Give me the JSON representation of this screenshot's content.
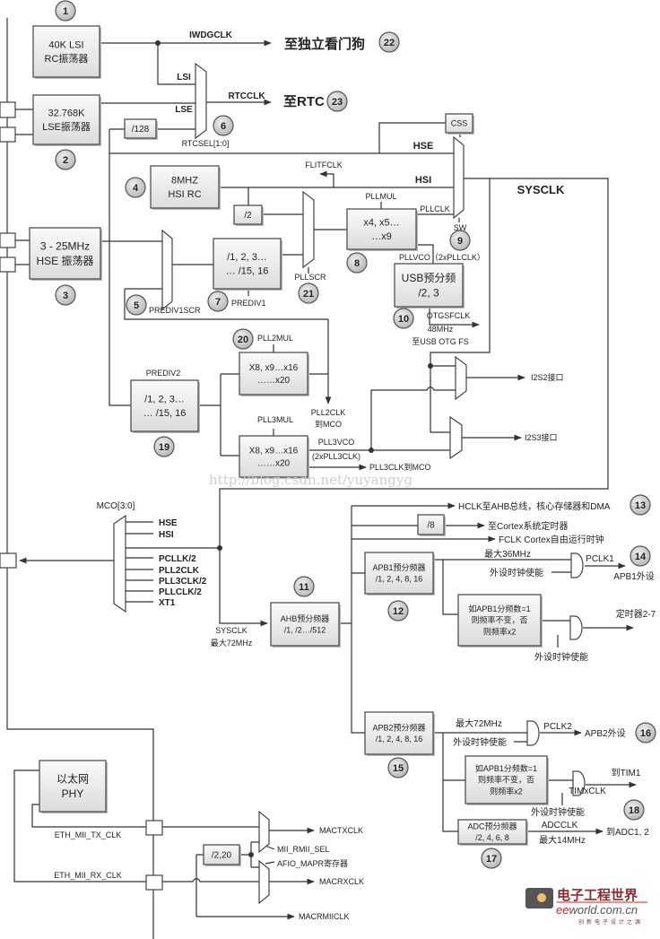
{
  "badges": {
    "b1": "1",
    "b2": "2",
    "b3": "3",
    "b4": "4",
    "b5": "5",
    "b6": "6",
    "b7": "7",
    "b8": "8",
    "b9": "9",
    "b10": "10",
    "b11": "11",
    "b12": "12",
    "b13": "13",
    "b14": "14",
    "b15": "15",
    "b16": "16",
    "b17": "17",
    "b18": "18",
    "b19": "19",
    "b20": "20",
    "b21": "21",
    "b22": "22",
    "b23": "23"
  },
  "blocks": {
    "lsi": [
      "40K LSI",
      "RC振荡器"
    ],
    "lse": [
      "32.768K",
      "LSE振荡器"
    ],
    "hse": [
      "3 - 25MHz",
      "HSE 振荡器"
    ],
    "hsi": [
      "8MHZ",
      "HSI RC"
    ],
    "div128": [
      "/128"
    ],
    "div2": [
      "/2"
    ],
    "prediv1": [
      "/1, 2, 3…",
      "… /15, 16"
    ],
    "prediv2": [
      "/1, 2, 3…",
      "… /15, 16"
    ],
    "pllmul": [
      "x4, x5…",
      "…x9"
    ],
    "usb": [
      "USB预分频",
      "/2, 3"
    ],
    "css": [
      "CSS"
    ],
    "pll2": [
      "X8, x9…x16",
      "……x20"
    ],
    "pll3": [
      "X8, x9…x16",
      "……x20"
    ],
    "ahb": [
      "AHB预分频器",
      "/1, /2…/512"
    ],
    "div8": [
      "/8"
    ],
    "apb1": [
      "APB1预分频器",
      "/1, 2, 4, 8, 16"
    ],
    "apb2": [
      "APB2预分频器",
      "/1, 2, 4, 8, 16"
    ],
    "timer1": [
      "如APB1分频数=1",
      "则频率不变，否",
      "则频率x2"
    ],
    "timer2": [
      "如APB1分频数=1",
      "则频率不变，否",
      "则频率x2"
    ],
    "adc": [
      "ADC预分频器",
      "/2, 4, 6, 8"
    ],
    "phy": [
      "以太网",
      "PHY"
    ],
    "div2_20": [
      "/2,20"
    ]
  },
  "signals": {
    "iwdgclk": "IWDGCLK",
    "to_iwdg": "至独立看门狗",
    "lsi": "LSI",
    "lse": "LSE",
    "rtcclk": "RTCCLK",
    "to_rtc": "至RTC",
    "rtcsel": "RTCSEL[1:0]",
    "hse": "HSE",
    "hsi": "HSI",
    "flitfclk": "FLITFCLK",
    "pllmul": "PLLMUL",
    "pllclk": "PLLCLK",
    "sw": "SW",
    "pllvco": "PLLVCO（2xPLLCLK）",
    "sysclk": "SYSCLK",
    "pllscr": "PLLSCR",
    "prediv1": "PREDIV1",
    "prediv1scr": "PREDIV1SCR",
    "otgsfclk": "OTGSFCLK",
    "usb_48": "48MHz",
    "usb_otg": "至USB OTG FS",
    "prediv2": "PREDIV2",
    "pll2mul": "PLL2MUL",
    "pll3mul": "PLL3MUL",
    "pll2clk": "PLL2CLK",
    "pll2clk_mco": "到MCO",
    "pll3vco": "PLL3VCO",
    "pll3vco_sub": "(2xPLL3CLK)",
    "pll3clk_mco": "PLL3CLK到MCO",
    "i2s2": "I2S2接口",
    "i2s3": "I2S3接口",
    "mco": "MCO[3:0]",
    "mco_hse": "HSE",
    "mco_hsi": "HSI",
    "mco_pcllk2": "PCLLK/2",
    "mco_pll2clk": "PLL2CLK",
    "mco_pll3clk2": "PLL3CLK/2",
    "mco_pllclk2": "PLLCLK/2",
    "mco_xt1": "XT1",
    "sysclk_ahb": "SYSCLK",
    "max72_ahb": "最大72MHz",
    "hclk": "HCLK至AHB总线，核心存储器和DMA",
    "cortex_timer": "至Cortex系统定时器",
    "fclk": "FCLK Cortex自由运行时钟",
    "max36": "最大36MHz",
    "pclk1": "PCLK1",
    "apb1_periph": "APB1外设",
    "en1": "外设时钟使能",
    "timer27": "定时器2-7",
    "en2": "外设时钟使能",
    "max72": "最大72MHz",
    "en3": "外设时钟使能",
    "pclk2": "PCLK2",
    "apb2_periph": "APB2外设",
    "to_tim1": "到TIM1",
    "timxclk": "TIMxCLK",
    "en4": "外设时钟使能",
    "adcclk": "ADCCLK",
    "max14": "最大14MHz",
    "to_adc": "到ADC1, 2",
    "eth_tx": "ETH_MII_TX_CLK",
    "eth_rx": "ETH_MII_RX_CLK",
    "mactx": "MACTXCLK",
    "macrx": "MACRXCLK",
    "macrmii": "MACRMIICLK",
    "mii_rmii_sel": "MII_RMII_SEL",
    "afio": "AFIO_MAPR寄存器"
  },
  "watermark": "http://blog.csdn.net/yuyangyg",
  "logo": {
    "cn": "电子工程世界",
    "en_accent": "ee",
    "en_rest": "world.com.cn",
    "slogan": "创新电子设计之源",
    "accent_color": "#c0282d"
  },
  "colors": {
    "line": "#333333",
    "block_fill": "#e6e6e6",
    "badge_fill": "#c8c8c8"
  }
}
